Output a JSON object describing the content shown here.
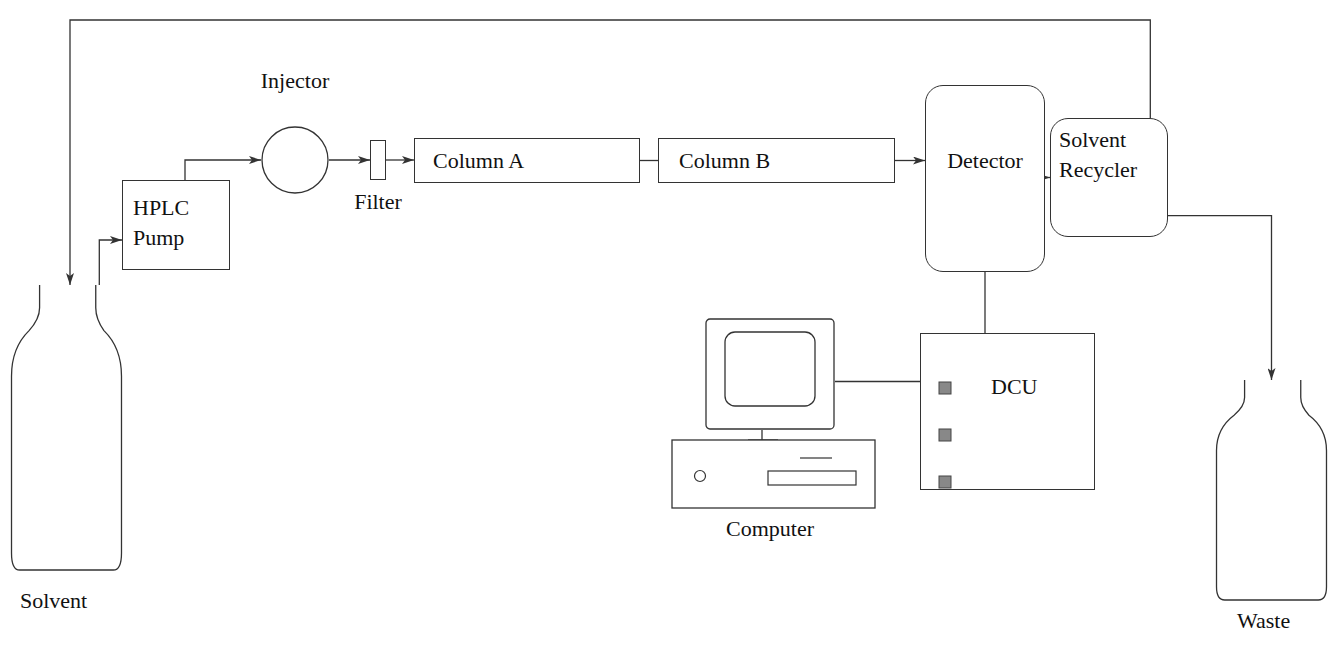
{
  "diagram": {
    "nodes": [
      {
        "text": [
          "Solvent"
        ]
      },
      {
        "text": [
          "HPLC Pump"
        ]
      },
      {
        "text": [
          "Injector"
        ]
      },
      {
        "text": [
          "Filter"
        ]
      },
      {
        "text": [
          "Column A"
        ]
      },
      {
        "text": [
          "Column B"
        ]
      },
      {
        "text": [
          "Detector"
        ]
      },
      {
        "text": [
          "Solvent Recycler"
        ]
      },
      {
        "text": [
          "Computer"
        ]
      },
      {
        "text": [
          "DCU"
        ]
      },
      {
        "text": [
          "Waste"
        ]
      }
    ],
    "edges": [
      {
        "from": 0,
        "to": 1,
        "arrow": "to"
      },
      {
        "from": 1,
        "to": 2,
        "arrow": "to"
      },
      {
        "from": 2,
        "to": 3,
        "arrow": "to"
      },
      {
        "from": 3,
        "to": 4,
        "arrow": "to"
      },
      {
        "from": 4,
        "to": 5,
        "arrow": "none"
      },
      {
        "from": 5,
        "to": 6,
        "arrow": "to"
      },
      {
        "from": 6,
        "to": 7,
        "arrow": "to"
      },
      {
        "from": 7,
        "to": 10,
        "arrow": "to"
      },
      {
        "from": 7,
        "to": 0,
        "arrow": "to"
      },
      {
        "from": 6,
        "to": 9,
        "arrow": "none"
      },
      {
        "from": 8,
        "to": 9,
        "arrow": "none"
      }
    ]
  }
}
